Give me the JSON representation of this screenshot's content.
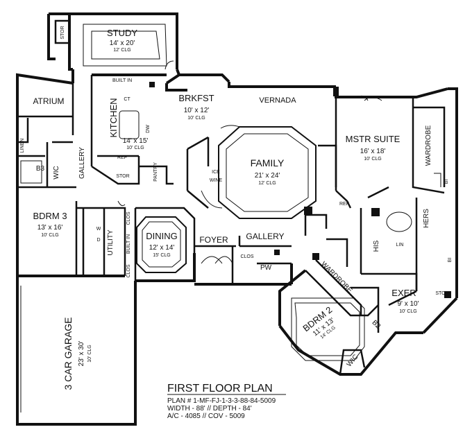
{
  "plan": {
    "title": "FIRST FLOOR PLAN",
    "info": [
      "PLAN # 1-MF-FJ-1-3-3-88-84-5009",
      "WIDTH - 88' // DEPTH - 84'",
      "A/C - 4085 // COV - 5009"
    ]
  },
  "rooms": {
    "study": {
      "name": "STUDY",
      "size": "14' x 20'",
      "clg": "12' CLG"
    },
    "brkfst": {
      "name": "BRKFST",
      "size": "10' x 12'",
      "clg": "10' CLG"
    },
    "vernada": {
      "name": "VERNADA"
    },
    "atrium": {
      "name": "ATRIUM"
    },
    "kitchen": {
      "name": "KITCHEN",
      "size": "14' x 15'",
      "clg": "10' CLG"
    },
    "family": {
      "name": "FAMILY",
      "size": "21' x 24'",
      "clg": "12' CLG"
    },
    "mstr_suite": {
      "name": "MSTR SUITE",
      "size": "16' x 18'",
      "clg": "10' CLG"
    },
    "wardrobe_master": {
      "name": "WARDROBE"
    },
    "bdrm3": {
      "name": "BDRM 3",
      "size": "13' x 16'",
      "clg": "10' CLG"
    },
    "dining": {
      "name": "DINING",
      "size": "12' x 14'",
      "clg": "15' CLG"
    },
    "foyer": {
      "name": "FOYER"
    },
    "gallery_main": {
      "name": "GALLERY"
    },
    "gallery_west": {
      "name": "GALLERY"
    },
    "utility": {
      "name": "UTILITY"
    },
    "garage": {
      "name": "3 CAR GARAGE",
      "size": "23' x 30'",
      "clg": "10' CLG"
    },
    "bdrm2": {
      "name": "BDRM 2",
      "size": "11' x 13'",
      "clg": "14' CLG"
    },
    "wardrobe_bdrm2": {
      "name": "WARDROBE"
    },
    "exer": {
      "name": "EXER",
      "size": "9' x 10'",
      "clg": "10' CLG"
    },
    "his": {
      "name": "HIS"
    },
    "hers": {
      "name": "HERS"
    }
  },
  "labels": {
    "stor_study": "STOR",
    "built_in_kitchen": "BUILT IN",
    "ct": "CT",
    "dw": "DW",
    "ref_kitchen": "REF",
    "stor_kitchen": "STOR",
    "pantry": "PANTRY",
    "linen": "LINEN",
    "b3": "B3",
    "wic_b3": "WIC",
    "ice": "ICE",
    "wine": "WINE",
    "ref_family": "REF",
    "clos_dining": "CLOS",
    "built_in_dining": "BUILT IN",
    "clos_dining_2": "CLOS",
    "w": "W",
    "d": "D",
    "clos_foyer": "CLOS",
    "pw": "PW",
    "lin": "LIN",
    "b2": "B2",
    "wic_b2": "WIC",
    "stor_exer": "STOR",
    "bi_1": "BI",
    "bi_2": "BI"
  }
}
